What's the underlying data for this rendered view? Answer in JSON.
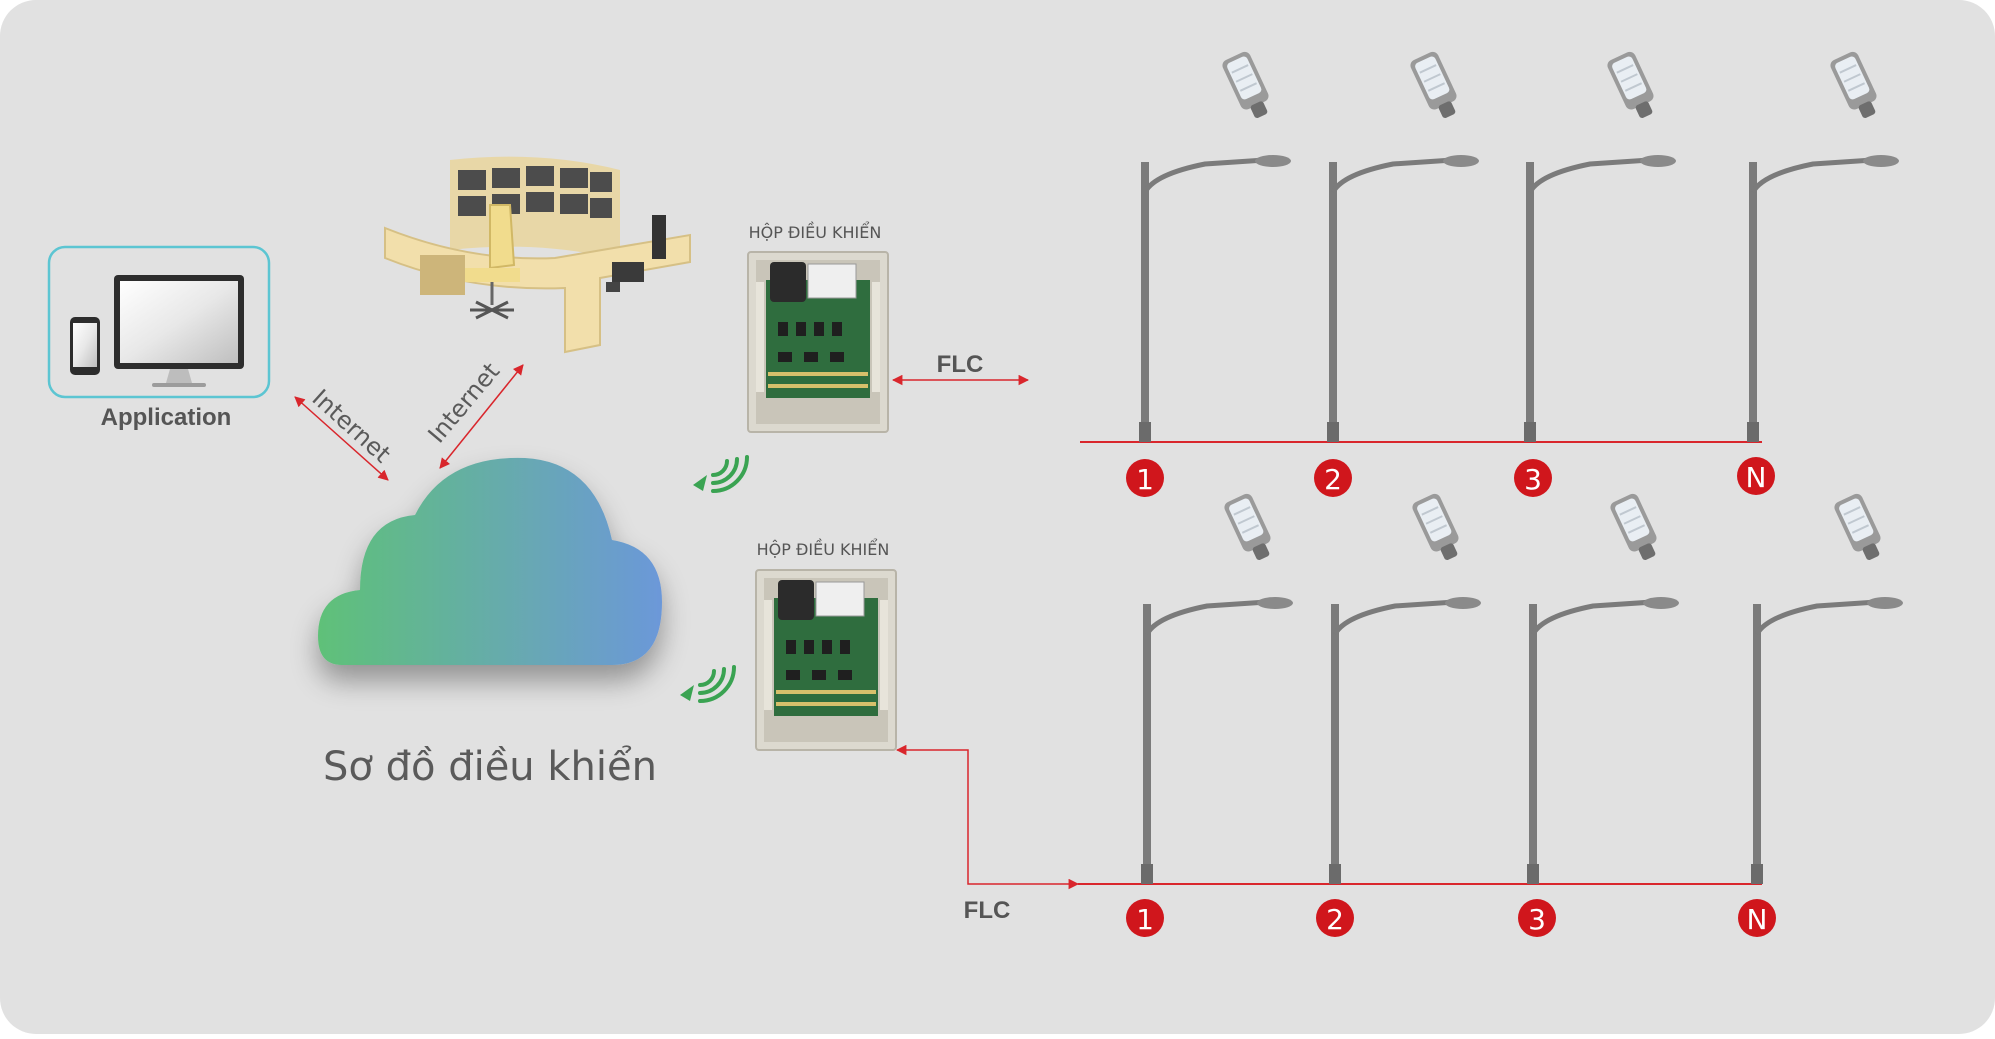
{
  "labels": {
    "application": "Application",
    "internet_left": "Internet",
    "internet_right": "Internet",
    "diagram_caption": "Sơ đồ điều khiển",
    "box_top": "HỘP ĐIỀU KHIỂN",
    "box_bottom": "HỘP ĐIỀU KHIỂN",
    "flc_top": "FLC",
    "flc_bottom": "FLC"
  },
  "rows": [
    {
      "markers": [
        "1",
        "2",
        "3",
        "N"
      ]
    },
    {
      "markers": [
        "1",
        "2",
        "3",
        "N"
      ]
    }
  ],
  "colors": {
    "background": "#e1e1e1",
    "line_red": "#d9262c",
    "marker_red": "#d0161c",
    "pole": "#7b7b7b",
    "app_frame": "#5cc5d2",
    "cloud_start": "#5fc178",
    "cloud_end": "#6b9ad8",
    "wifi_green": "#3aa352",
    "text_dark": "#555555"
  },
  "icons": [
    "monitor-icon",
    "phone-icon",
    "control-desk-icon",
    "cloud-icon",
    "wifi-icon",
    "controller-box-icon",
    "street-lamp-icon"
  ]
}
